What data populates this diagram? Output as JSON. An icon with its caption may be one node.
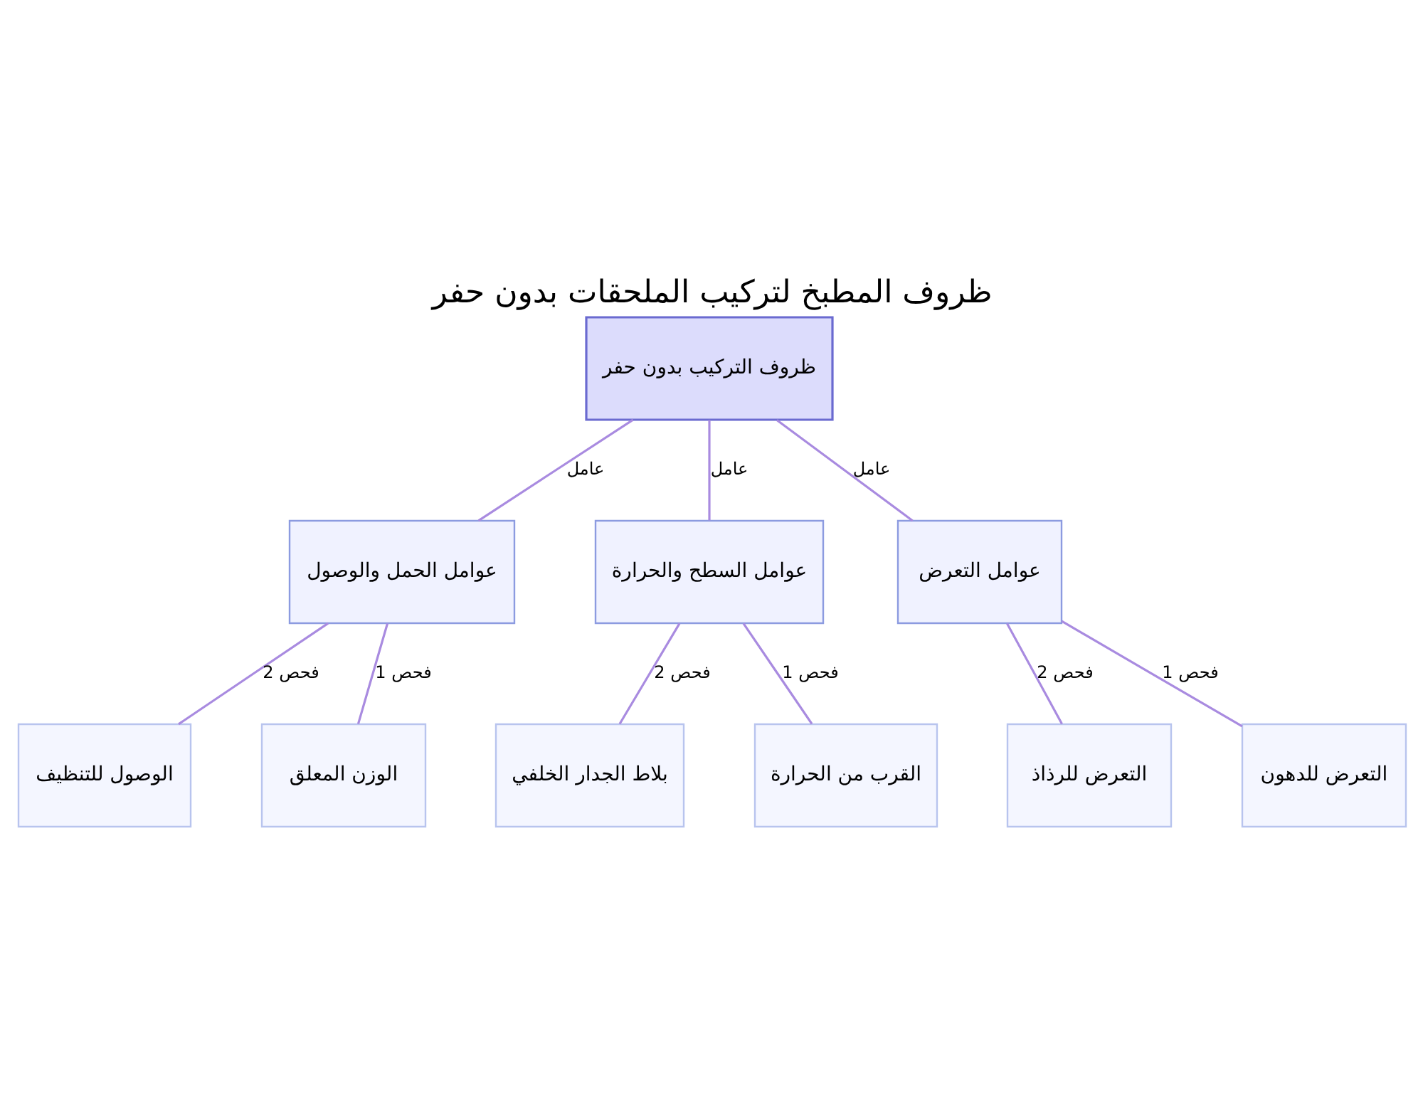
{
  "diagram": {
    "title": "ظروف المطبخ لتركيب الملحقات بدون حفر",
    "nodes": [
      {
        "text": [
          "ظروف التركيب بدون حفر"
        ]
      },
      {
        "text": [
          "عوامل الحمل والوصول"
        ]
      },
      {
        "text": [
          "عوامل السطح والحرارة"
        ]
      },
      {
        "text": [
          "عوامل التعرض"
        ]
      },
      {
        "text": [
          "الوصول للتنظيف"
        ]
      },
      {
        "text": [
          "الوزن المعلق"
        ]
      },
      {
        "text": [
          "بلاط الجدار الخلفي"
        ]
      },
      {
        "text": [
          "القرب من الحرارة"
        ]
      },
      {
        "text": [
          "التعرض للرذاذ"
        ]
      },
      {
        "text": [
          "التعرض للدهون"
        ]
      }
    ],
    "edges": [
      {
        "from": 0,
        "to": 1,
        "arrow": "none",
        "label": "عامل"
      },
      {
        "from": 0,
        "to": 2,
        "arrow": "none",
        "label": "عامل"
      },
      {
        "from": 0,
        "to": 3,
        "arrow": "none",
        "label": "عامل"
      },
      {
        "from": 1,
        "to": 4,
        "arrow": "none",
        "label": "فحص 2"
      },
      {
        "from": 1,
        "to": 5,
        "arrow": "none",
        "label": "فحص 1"
      },
      {
        "from": 2,
        "to": 6,
        "arrow": "none",
        "label": "فحص 2"
      },
      {
        "from": 2,
        "to": 7,
        "arrow": "none",
        "label": "فحص 1"
      },
      {
        "from": 3,
        "to": 8,
        "arrow": "none",
        "label": "فحص 2"
      },
      {
        "from": 3,
        "to": 9,
        "arrow": "none",
        "label": "فحص 1"
      }
    ]
  }
}
